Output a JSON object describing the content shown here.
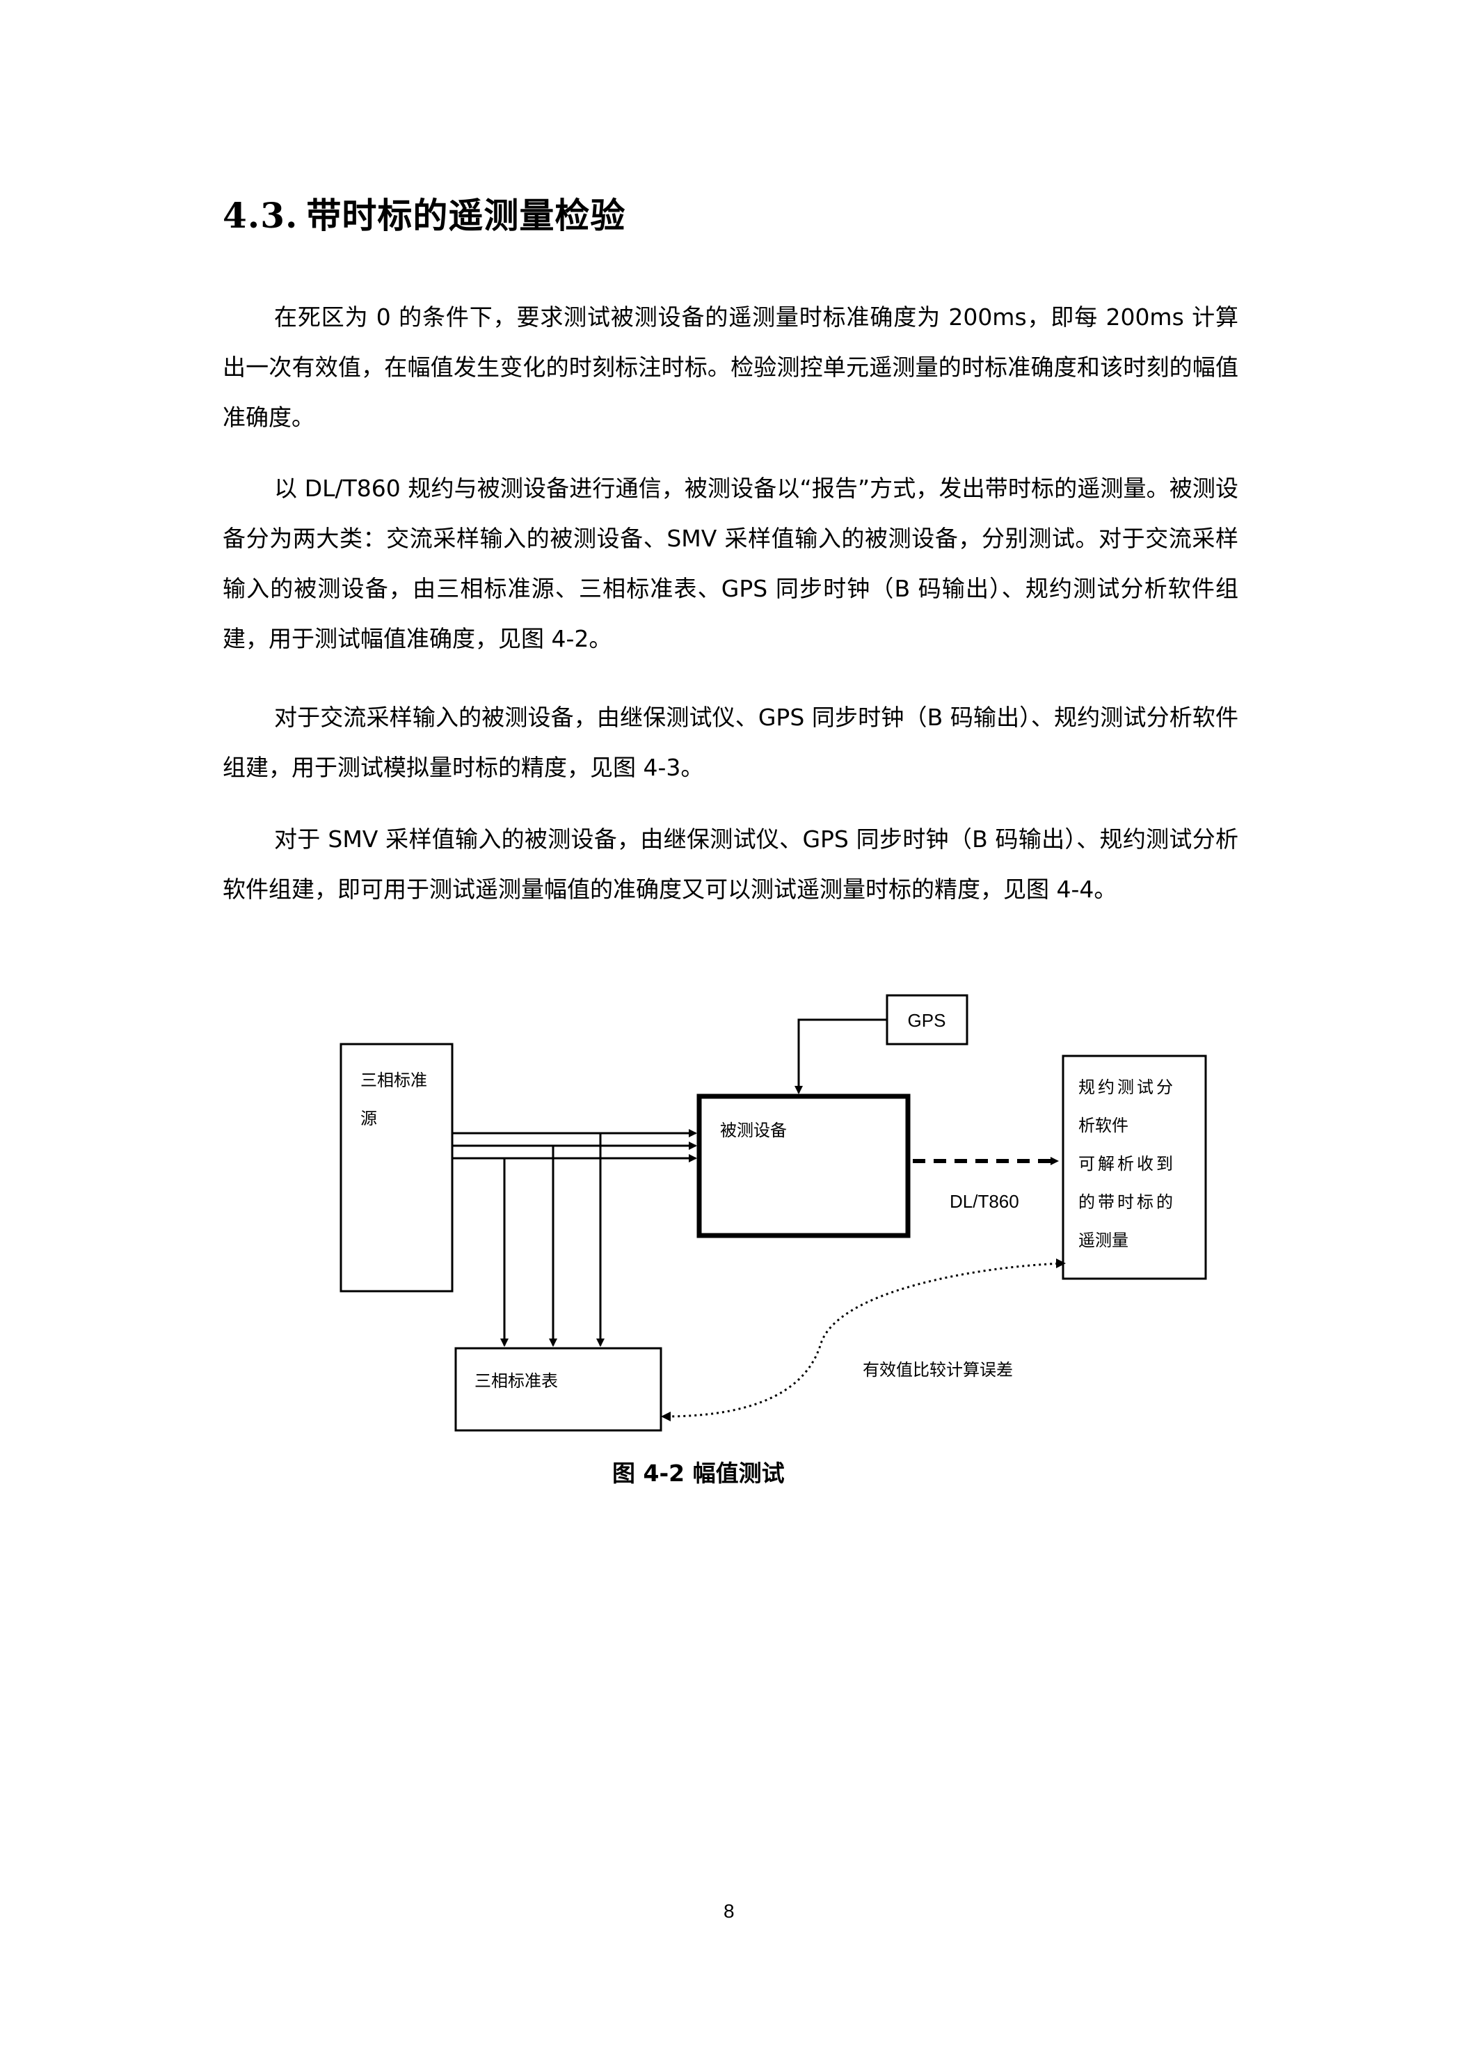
{
  "heading": {
    "number": "4.3.",
    "title": "带时标的遥测量检验"
  },
  "paragraphs": [
    "在死区为 0 的条件下，要求测试被测设备的遥测量时标准确度为 200ms，即每 200ms 计算出一次有效值，在幅值发生变化的时刻标注时标。检验测控单元遥测量的时标准确度和该时刻的幅值准确度。",
    "以 DL/T860 规约与被测设备进行通信，被测设备以“报告”方式，发出带时标的遥测量。被测设备分为两大类：交流采样输入的被测设备、SMV 采样值输入的被测设备，分别测试。对于交流采样输入的被测设备，由三相标准源、三相标准表、GPS 同步时钟（B 码输出）、规约测试分析软件组建，用于测试幅值准确度，见图 4-2。",
    "对于交流采样输入的被测设备，由继保测试仪、GPS 同步时钟（B 码输出）、规约测试分析软件组建，用于测试模拟量时标的精度，见图 4-3。",
    "对于 SMV 采样值输入的被测设备，由继保测试仪、GPS 同步时钟（B 码输出）、规约测试分析软件组建，即可用于测试遥测量幅值的准确度又可以测试遥测量时标的精度，见图 4-4。"
  ],
  "diagram": {
    "gps": "GPS",
    "source_line1": "三相标准",
    "source_line2": "源",
    "device": "被测设备",
    "protocol": "DL/T860",
    "software_lines": [
      "规约测试分",
      "析软件",
      "可解析收到",
      "的带时标的",
      "遥测量"
    ],
    "meter": "三相标准表",
    "compare": "有效值比较计算误差"
  },
  "caption": "图 4-2 幅值测试",
  "page_number": "8"
}
